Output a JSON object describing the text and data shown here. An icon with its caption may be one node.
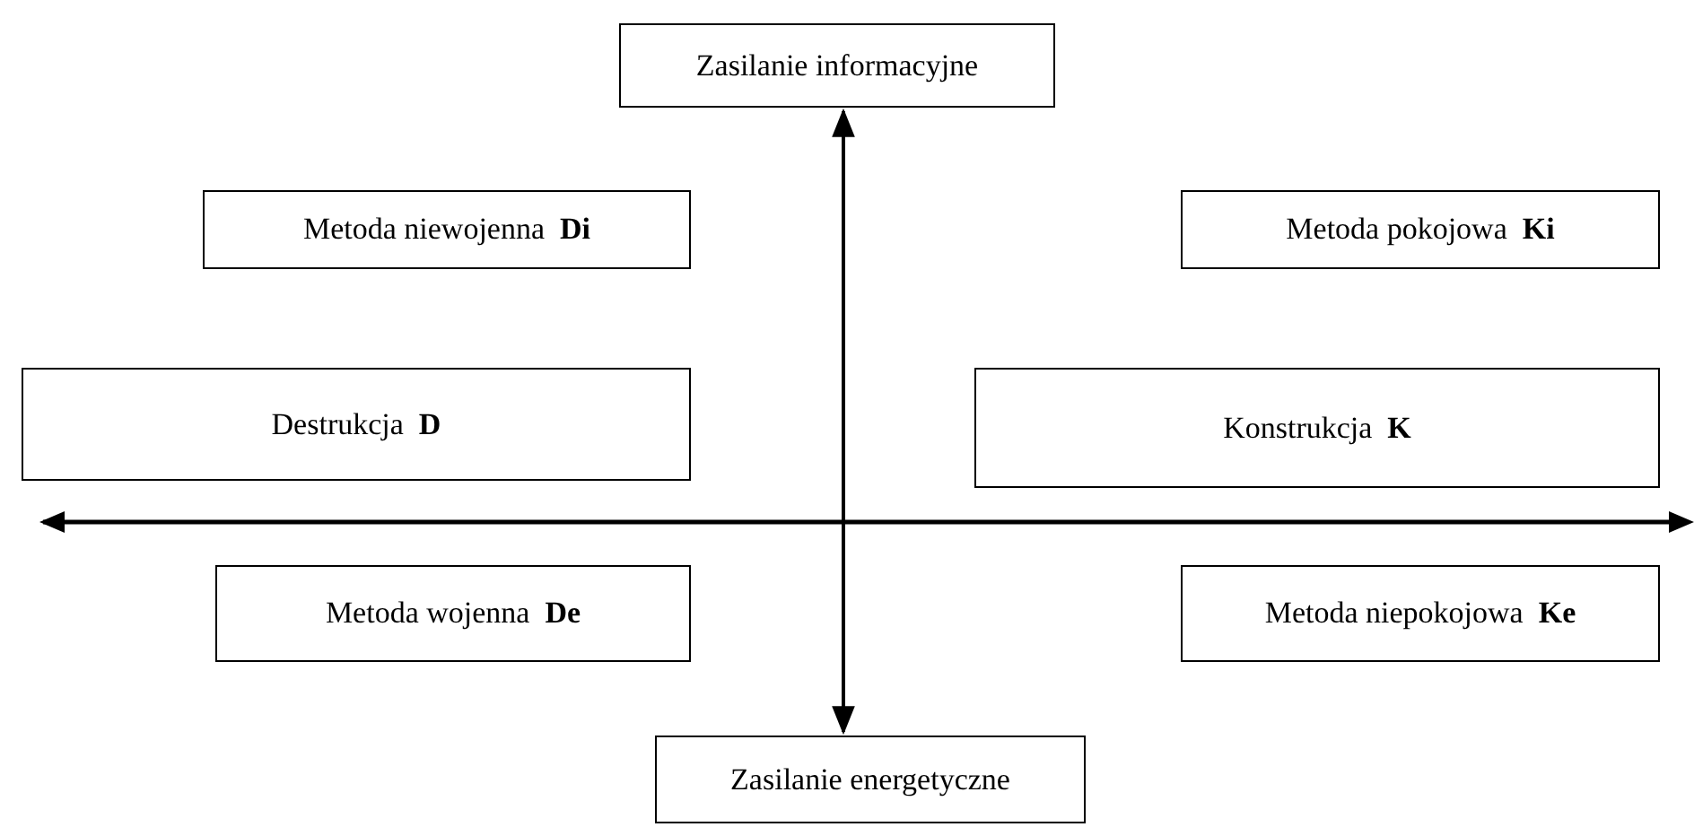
{
  "diagram": {
    "nodes": [
      {
        "text": [
          "Zasilanie informacyjne"
        ]
      },
      {
        "text": [
          "Metoda niewojenna  **Di**"
        ]
      },
      {
        "text": [
          "Metoda pokojowa  **Ki**"
        ]
      },
      {
        "text": [
          "Destrukcja  **D**"
        ]
      },
      {
        "text": [
          "Konstrukcja  **K**"
        ]
      },
      {
        "text": [
          "Metoda wojenna  **De**"
        ]
      },
      {
        "text": [
          "Metoda niepokojowa  **Ke**"
        ]
      },
      {
        "text": [
          "Zasilanie energetyczne"
        ]
      }
    ],
    "edges": [
      {
        "from": 7,
        "to": 0,
        "arrow": "both"
      }
    ]
  }
}
